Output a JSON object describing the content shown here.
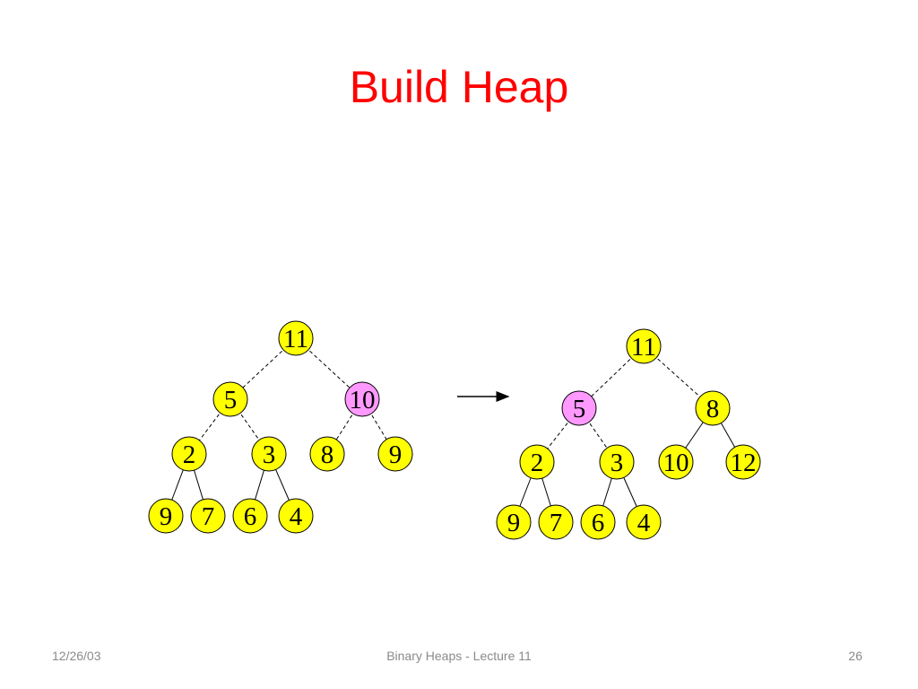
{
  "slide": {
    "title": "Build Heap",
    "title_color": "#ff0000",
    "footer_date": "12/26/03",
    "footer_center": "Binary Heaps - Lecture 11",
    "footer_page": "26"
  },
  "colors": {
    "node_fill": "#ffff00",
    "highlight_fill": "#ff99ff",
    "stroke": "#000000"
  },
  "trees": [
    {
      "name": "before",
      "nodes": [
        {
          "id": "a1",
          "label": "11",
          "highlight": false
        },
        {
          "id": "a2",
          "label": "5",
          "highlight": false
        },
        {
          "id": "a3",
          "label": "10",
          "highlight": true
        },
        {
          "id": "a4",
          "label": "2",
          "highlight": false
        },
        {
          "id": "a5",
          "label": "3",
          "highlight": false
        },
        {
          "id": "a6",
          "label": "8",
          "highlight": false
        },
        {
          "id": "a7",
          "label": "9",
          "highlight": false
        },
        {
          "id": "a8",
          "label": "9",
          "highlight": false
        },
        {
          "id": "a9",
          "label": "7",
          "highlight": false
        },
        {
          "id": "a10",
          "label": "6",
          "highlight": false
        },
        {
          "id": "a11",
          "label": "4",
          "highlight": false
        }
      ],
      "edges": [
        {
          "from": "a1",
          "to": "a2",
          "dashed": true
        },
        {
          "from": "a1",
          "to": "a3",
          "dashed": true
        },
        {
          "from": "a2",
          "to": "a4",
          "dashed": true
        },
        {
          "from": "a2",
          "to": "a5",
          "dashed": true
        },
        {
          "from": "a3",
          "to": "a6",
          "dashed": true
        },
        {
          "from": "a3",
          "to": "a7",
          "dashed": true
        },
        {
          "from": "a4",
          "to": "a8",
          "dashed": false
        },
        {
          "from": "a4",
          "to": "a9",
          "dashed": false
        },
        {
          "from": "a5",
          "to": "a10",
          "dashed": false
        },
        {
          "from": "a5",
          "to": "a11",
          "dashed": false
        }
      ]
    },
    {
      "name": "after",
      "nodes": [
        {
          "id": "b1",
          "label": "11",
          "highlight": false
        },
        {
          "id": "b2",
          "label": "5",
          "highlight": true
        },
        {
          "id": "b3",
          "label": "8",
          "highlight": false
        },
        {
          "id": "b4",
          "label": "2",
          "highlight": false
        },
        {
          "id": "b5",
          "label": "3",
          "highlight": false
        },
        {
          "id": "b6",
          "label": "10",
          "highlight": false
        },
        {
          "id": "b7",
          "label": "12",
          "highlight": false
        },
        {
          "id": "b8",
          "label": "9",
          "highlight": false
        },
        {
          "id": "b9",
          "label": "7",
          "highlight": false
        },
        {
          "id": "b10",
          "label": "6",
          "highlight": false
        },
        {
          "id": "b11",
          "label": "4",
          "highlight": false
        }
      ],
      "edges": [
        {
          "from": "b1",
          "to": "b2",
          "dashed": true
        },
        {
          "from": "b1",
          "to": "b3",
          "dashed": true
        },
        {
          "from": "b2",
          "to": "b4",
          "dashed": true
        },
        {
          "from": "b2",
          "to": "b5",
          "dashed": true
        },
        {
          "from": "b3",
          "to": "b6",
          "dashed": false
        },
        {
          "from": "b3",
          "to": "b7",
          "dashed": false
        },
        {
          "from": "b4",
          "to": "b8",
          "dashed": false
        },
        {
          "from": "b4",
          "to": "b9",
          "dashed": false
        },
        {
          "from": "b5",
          "to": "b10",
          "dashed": false
        },
        {
          "from": "b5",
          "to": "b11",
          "dashed": false
        }
      ]
    }
  ]
}
